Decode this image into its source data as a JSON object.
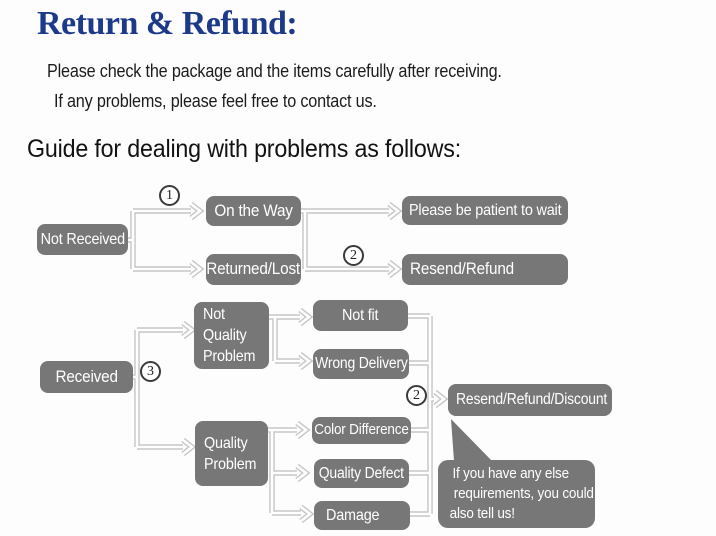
{
  "header": {
    "title": "Return & Refund:",
    "intro_line1": "Please check the package and the items carefully after receiving.",
    "intro_line2": "If any problems, please feel free to contact us.",
    "guide_heading": "Guide for dealing with problems as follows:"
  },
  "steps": {
    "one": "1",
    "two": "2",
    "three": "3"
  },
  "flow1": {
    "root": "Not Received",
    "branch_on_the_way": "On the Way",
    "branch_returned_lost": "Returned/Lost",
    "outcome_wait": "Please be patient to wait",
    "outcome_resend_refund": "Resend/Refund"
  },
  "flow2": {
    "root": "Received",
    "not_quality_lines": [
      "Not",
      "Quality",
      "Problem"
    ],
    "quality_lines": [
      "Quality",
      "Problem"
    ],
    "not_fit": "Not fit",
    "wrong_delivery": "Wrong Delivery",
    "color_difference": "Color Difference",
    "quality_defect": "Quality Defect",
    "damage": "Damage",
    "outcome": "Resend/Refund/Discount",
    "bubble_lines": [
      "If you have any else",
      "requirements, you could",
      "also tell us!"
    ]
  },
  "colors": {
    "title_navy": "#1d3a8a",
    "node_gray": "#777777",
    "rail_gray": "#c7c7c7",
    "text_dark": "#1c1c1c"
  }
}
